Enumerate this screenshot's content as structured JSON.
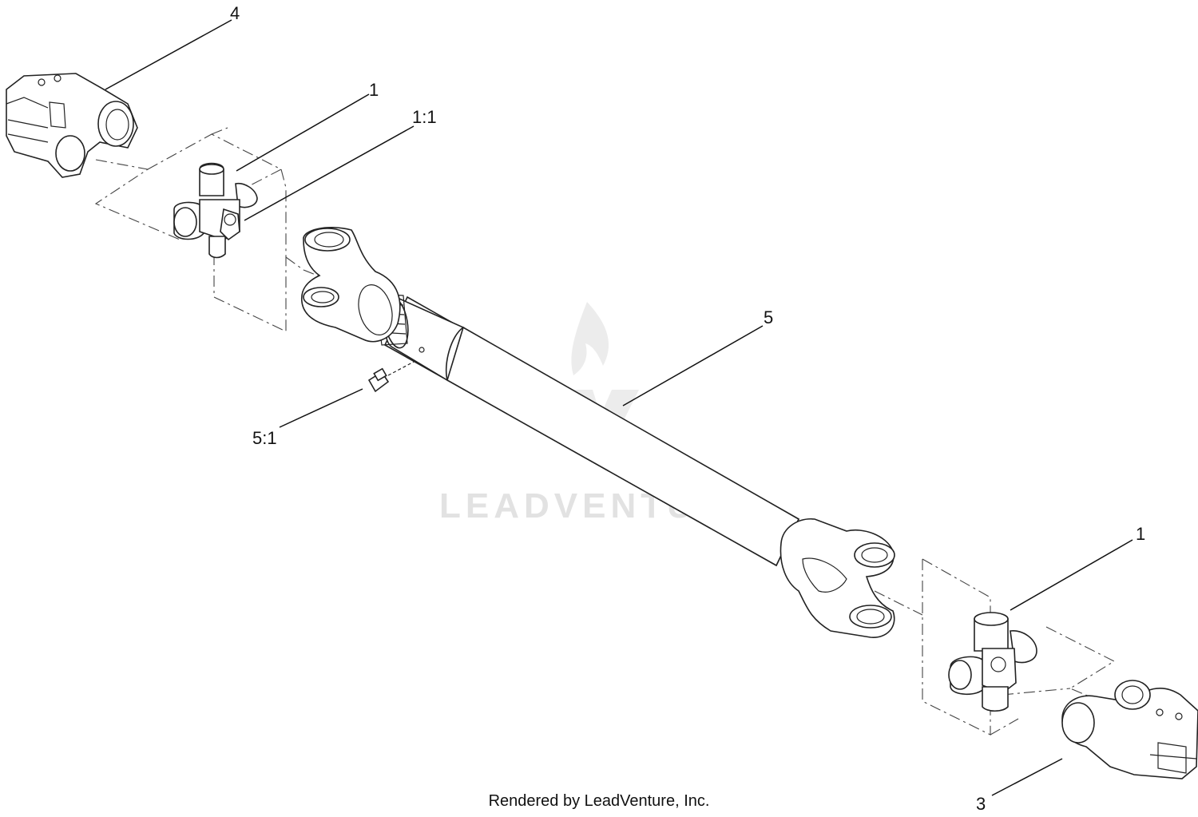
{
  "callouts": {
    "part_4": "4",
    "part_1_top": "1",
    "part_1_1": "1:1",
    "part_5": "5",
    "part_5_1": "5:1",
    "part_1_bottom": "1",
    "part_3": "3"
  },
  "watermark": {
    "text": "LEADVENTURE",
    "color": "#e2e2e2"
  },
  "footer": {
    "credit": "Rendered by LeadVenture, Inc."
  }
}
